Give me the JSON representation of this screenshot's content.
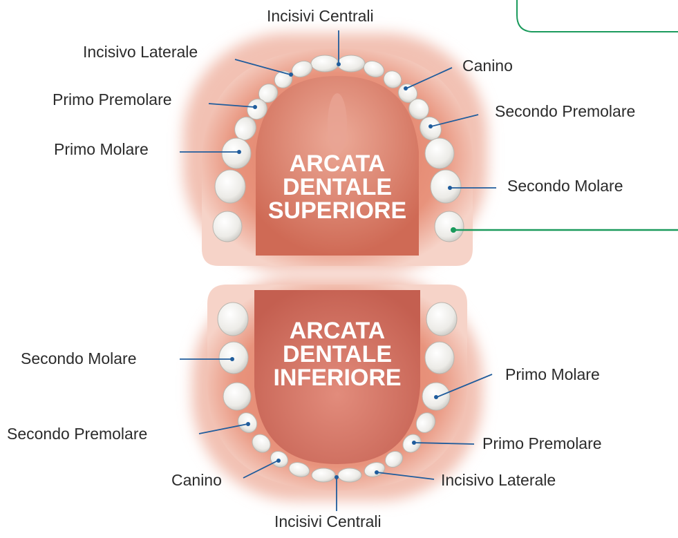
{
  "colors": {
    "leader_line": "#1f5c9c",
    "accent_green": "#1a9a5c",
    "gum_outer": "#e89a82",
    "gum_inner": "#d8644e",
    "palate": "#e6937f",
    "tongue": "#d9786a",
    "tooth": "#f2f2f0",
    "title_text": "#ffffff"
  },
  "upper_arch": {
    "title_lines": [
      "ARCATA",
      "DENTALE",
      "SUPERIORE"
    ],
    "labels": {
      "incisivi_centrali": "Incisivi Centrali",
      "incisivo_laterale": "Incisivo Laterale",
      "canino": "Canino",
      "primo_premolare": "Primo Premolare",
      "secondo_premolare": "Secondo Premolare",
      "primo_molare": "Primo Molare",
      "secondo_molare": "Secondo Molare"
    }
  },
  "lower_arch": {
    "title_lines": [
      "ARCATA",
      "DENTALE",
      "INFERIORE"
    ],
    "labels": {
      "secondo_molare": "Secondo Molare",
      "primo_molare": "Primo Molare",
      "secondo_premolare": "Secondo Premolare",
      "primo_premolare": "Primo  Premolare",
      "canino": "Canino",
      "incisivo_laterale": "Incisivo Laterale",
      "incisivi_centrali": "Incisivi Centrali"
    }
  }
}
